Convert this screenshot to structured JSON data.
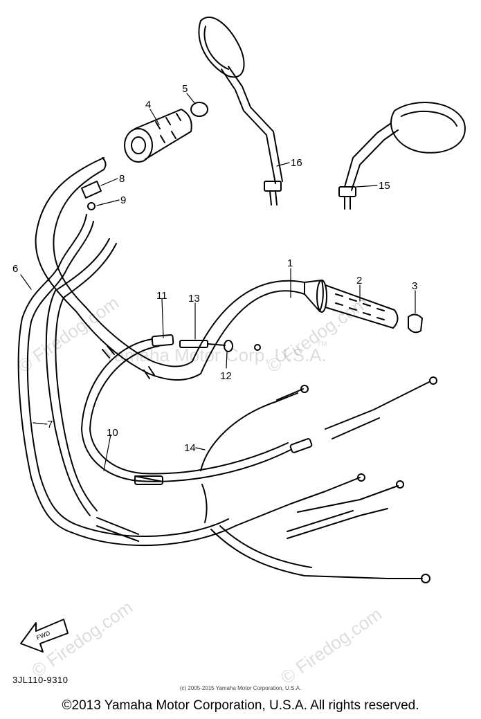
{
  "callouts": [
    "1",
    "2",
    "3",
    "4",
    "5",
    "6",
    "7",
    "8",
    "9",
    "10",
    "11",
    "12",
    "13",
    "14",
    "15",
    "16"
  ],
  "fwd_label": "FWD",
  "part_number": "3JL110-9310",
  "copyright_small": "(c) 2005-2015 Yamaha Motor Corporation, U.S.A.",
  "copyright": "©2013 Yamaha Motor Corporation, U.S.A. All rights reserved.",
  "watermark_site": "© Firedog.com",
  "watermark_corp": "Yamaha Motor Corp, U.S.A.",
  "watermark_tm": "TM"
}
